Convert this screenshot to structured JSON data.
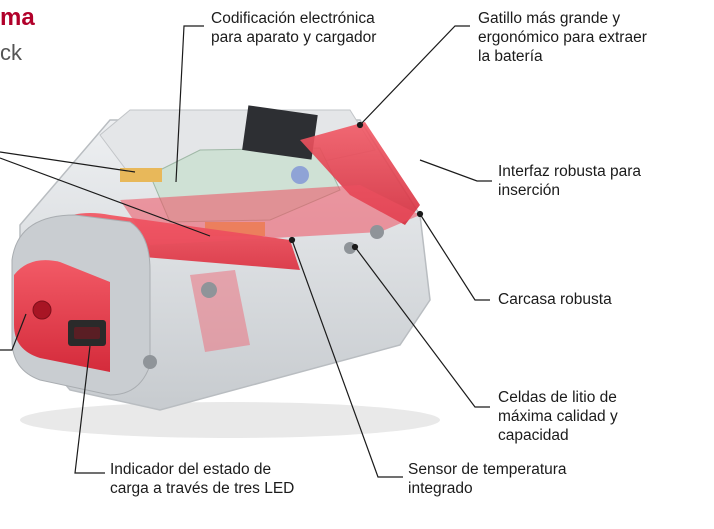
{
  "heading": {
    "title_fragment": "ma",
    "subtitle_fragment": "ck"
  },
  "labels": {
    "codificacion": [
      "Codificación electrónica",
      "para aparato y cargador"
    ],
    "gatillo": [
      "Gatillo más grande y",
      "ergonómico para extraer",
      "la batería"
    ],
    "interfaz": [
      "Interfaz robusta para",
      "inserción"
    ],
    "carcasa": [
      "Carcasa robusta"
    ],
    "celdas": [
      "Celdas de litio de",
      "máxima calidad y",
      "capacidad"
    ],
    "indicador": [
      "Indicador del estado de",
      "carga a través de tres LED"
    ],
    "sensor": [
      "Sensor de temperatura",
      "integrado"
    ]
  },
  "colors": {
    "accent_red": "#e0303f",
    "dark_red": "#b1002a",
    "housing_grey": "#d9dcdf",
    "line": "#1b1b1b"
  }
}
